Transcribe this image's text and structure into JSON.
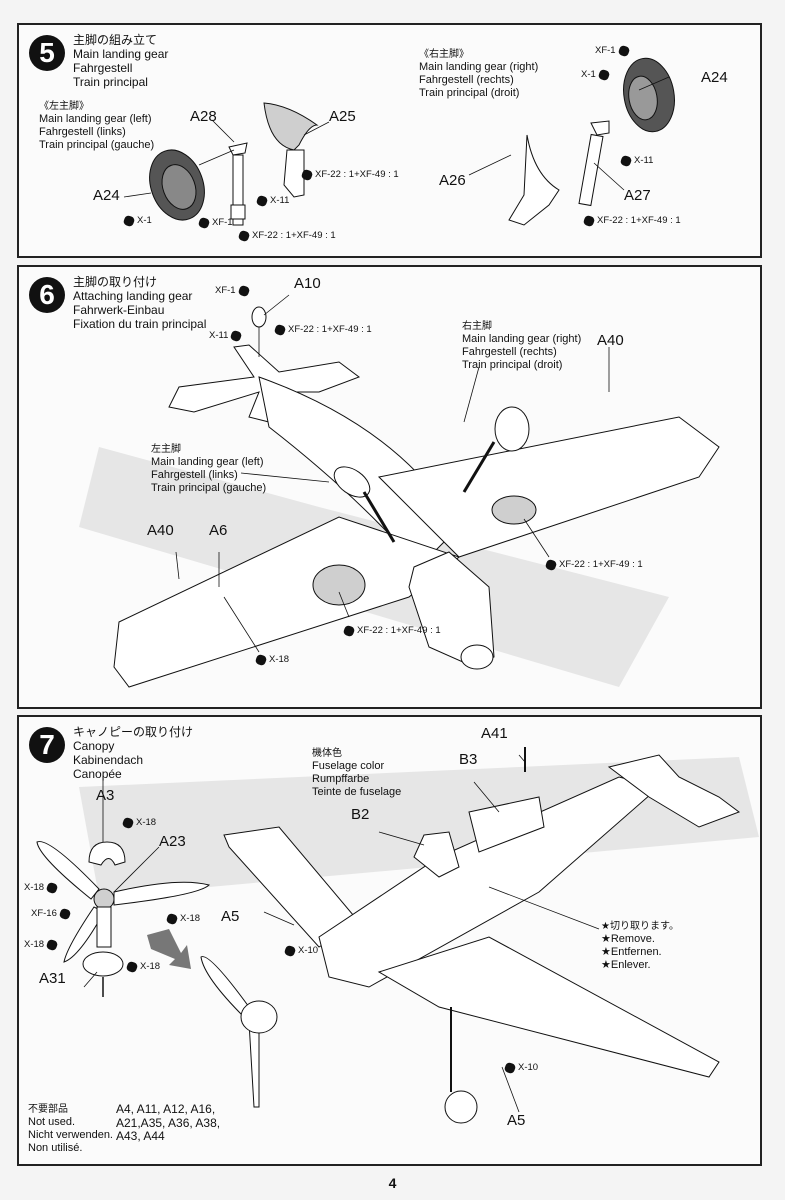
{
  "page_number": "4",
  "steps": [
    {
      "number": "5",
      "title_jp": "主脚の組み立て",
      "title_en": "Main landing gear",
      "title_de": "Fahrgestell",
      "title_fr": "Train principal",
      "left_group": {
        "jp": "《左主脚》",
        "en": "Main landing gear (left)",
        "de": "Fahrgestell (links)",
        "fr": "Train principal (gauche)"
      },
      "right_group": {
        "jp": "《右主脚》",
        "en": "Main landing gear (right)",
        "de": "Fahrgestell (rechts)",
        "fr": "Train principal (droit)"
      },
      "parts": [
        "A28",
        "A25",
        "A24",
        "A24",
        "A26",
        "A27"
      ],
      "paints": [
        "X-1",
        "XF-1",
        "X-11",
        "XF-22 : 1+XF-49 : 1",
        "XF-22 : 1+XF-49 : 1",
        "XF-1",
        "X-1",
        "X-11",
        "XF-22 : 1+XF-49 : 1"
      ]
    },
    {
      "number": "6",
      "title_jp": "主脚の取り付け",
      "title_en": "Attaching landing gear",
      "title_de": "Fahrwerk-Einbau",
      "title_fr": "Fixation du train principal",
      "left_group": {
        "jp": "左主脚",
        "en": "Main landing gear (left)",
        "de": "Fahrgestell (links)",
        "fr": "Train principal (gauche)"
      },
      "right_group": {
        "jp": "右主脚",
        "en": "Main landing gear (right)",
        "de": "Fahrgestell (rechts)",
        "fr": "Train principal (droit)"
      },
      "parts": [
        "A10",
        "A40",
        "A40",
        "A6"
      ],
      "paints": [
        "XF-1",
        "X-11",
        "XF-22 : 1+XF-49 : 1",
        "XF-22 : 1+XF-49 : 1",
        "XF-22 : 1+XF-49 : 1",
        "X-18"
      ]
    },
    {
      "number": "7",
      "title_jp": "キャノピーの取り付け",
      "title_en": "Canopy",
      "title_de": "Kabinendach",
      "title_fr": "Canopée",
      "fuselage_color": {
        "jp": "機体色",
        "en": "Fuselage color",
        "de": "Rumpffarbe",
        "fr": "Teinte de fuselage"
      },
      "remove_note": {
        "jp": "★切り取ります。",
        "en": "★Remove.",
        "de": "★Entfernen.",
        "fr": "★Enlever."
      },
      "not_used": {
        "jp": "不要部品",
        "en": "Not used.",
        "de": "Nicht verwenden.",
        "fr": "Non utilisé.",
        "parts_line1": "A4, A11, A12, A16,",
        "parts_line2": "A21,A35, A36, A38,",
        "parts_line3": "A43, A44"
      },
      "parts": [
        "A3",
        "A23",
        "A31",
        "A5",
        "A5",
        "B2",
        "B3",
        "A41"
      ],
      "paints": [
        "X-18",
        "X-18",
        "XF-16",
        "X-18",
        "X-18",
        "X-18",
        "X-10",
        "X-10"
      ]
    }
  ]
}
